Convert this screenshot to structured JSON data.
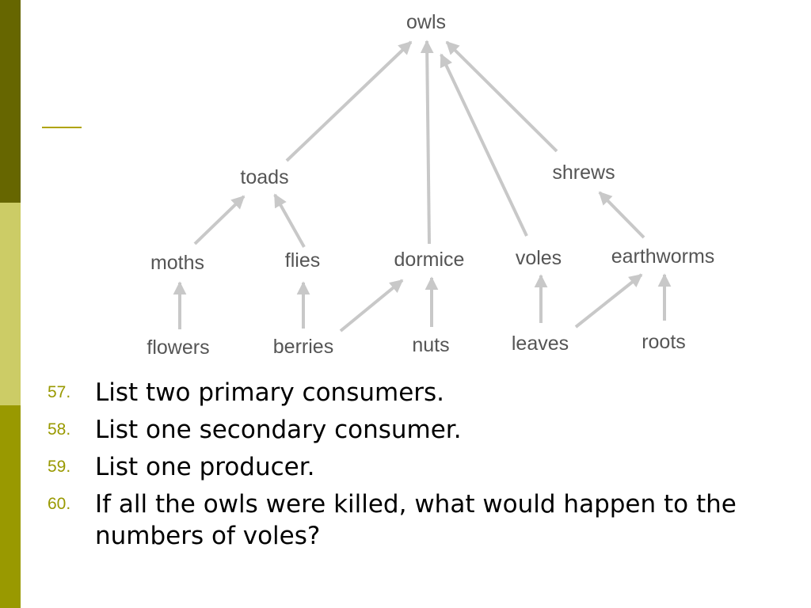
{
  "theme": {
    "bar_top": "#666600",
    "bar_mid": "#cccc66",
    "bar_bottom": "#999900",
    "accent_rule": "#b0a400",
    "number_color": "#999900",
    "arrow_color": "#c8c8c8",
    "label_color": "#555555"
  },
  "food_web": {
    "nodes": {
      "owls": "owls",
      "toads": "toads",
      "shrews": "shrews",
      "moths": "moths",
      "flies": "flies",
      "dormice": "dormice",
      "voles": "voles",
      "earthworms": "earthworms",
      "flowers": "flowers",
      "berries": "berries",
      "nuts": "nuts",
      "leaves": "leaves",
      "roots": "roots"
    },
    "edges": [
      {
        "from": "toads",
        "to": "owls"
      },
      {
        "from": "dormice",
        "to": "owls"
      },
      {
        "from": "voles",
        "to": "owls"
      },
      {
        "from": "shrews",
        "to": "owls"
      },
      {
        "from": "moths",
        "to": "toads"
      },
      {
        "from": "flies",
        "to": "toads"
      },
      {
        "from": "earthworms",
        "to": "shrews"
      },
      {
        "from": "flowers",
        "to": "moths"
      },
      {
        "from": "berries",
        "to": "flies"
      },
      {
        "from": "berries",
        "to": "dormice"
      },
      {
        "from": "nuts",
        "to": "dormice"
      },
      {
        "from": "leaves",
        "to": "voles"
      },
      {
        "from": "leaves",
        "to": "earthworms"
      },
      {
        "from": "roots",
        "to": "earthworms"
      }
    ]
  },
  "questions": [
    {
      "number": "57.",
      "text": "List two primary consumers."
    },
    {
      "number": "58.",
      "text": "List one secondary consumer."
    },
    {
      "number": "59.",
      "text": "List one producer."
    },
    {
      "number": "60.",
      "text": "If all the owls were killed, what would happen to the numbers of voles?"
    }
  ]
}
